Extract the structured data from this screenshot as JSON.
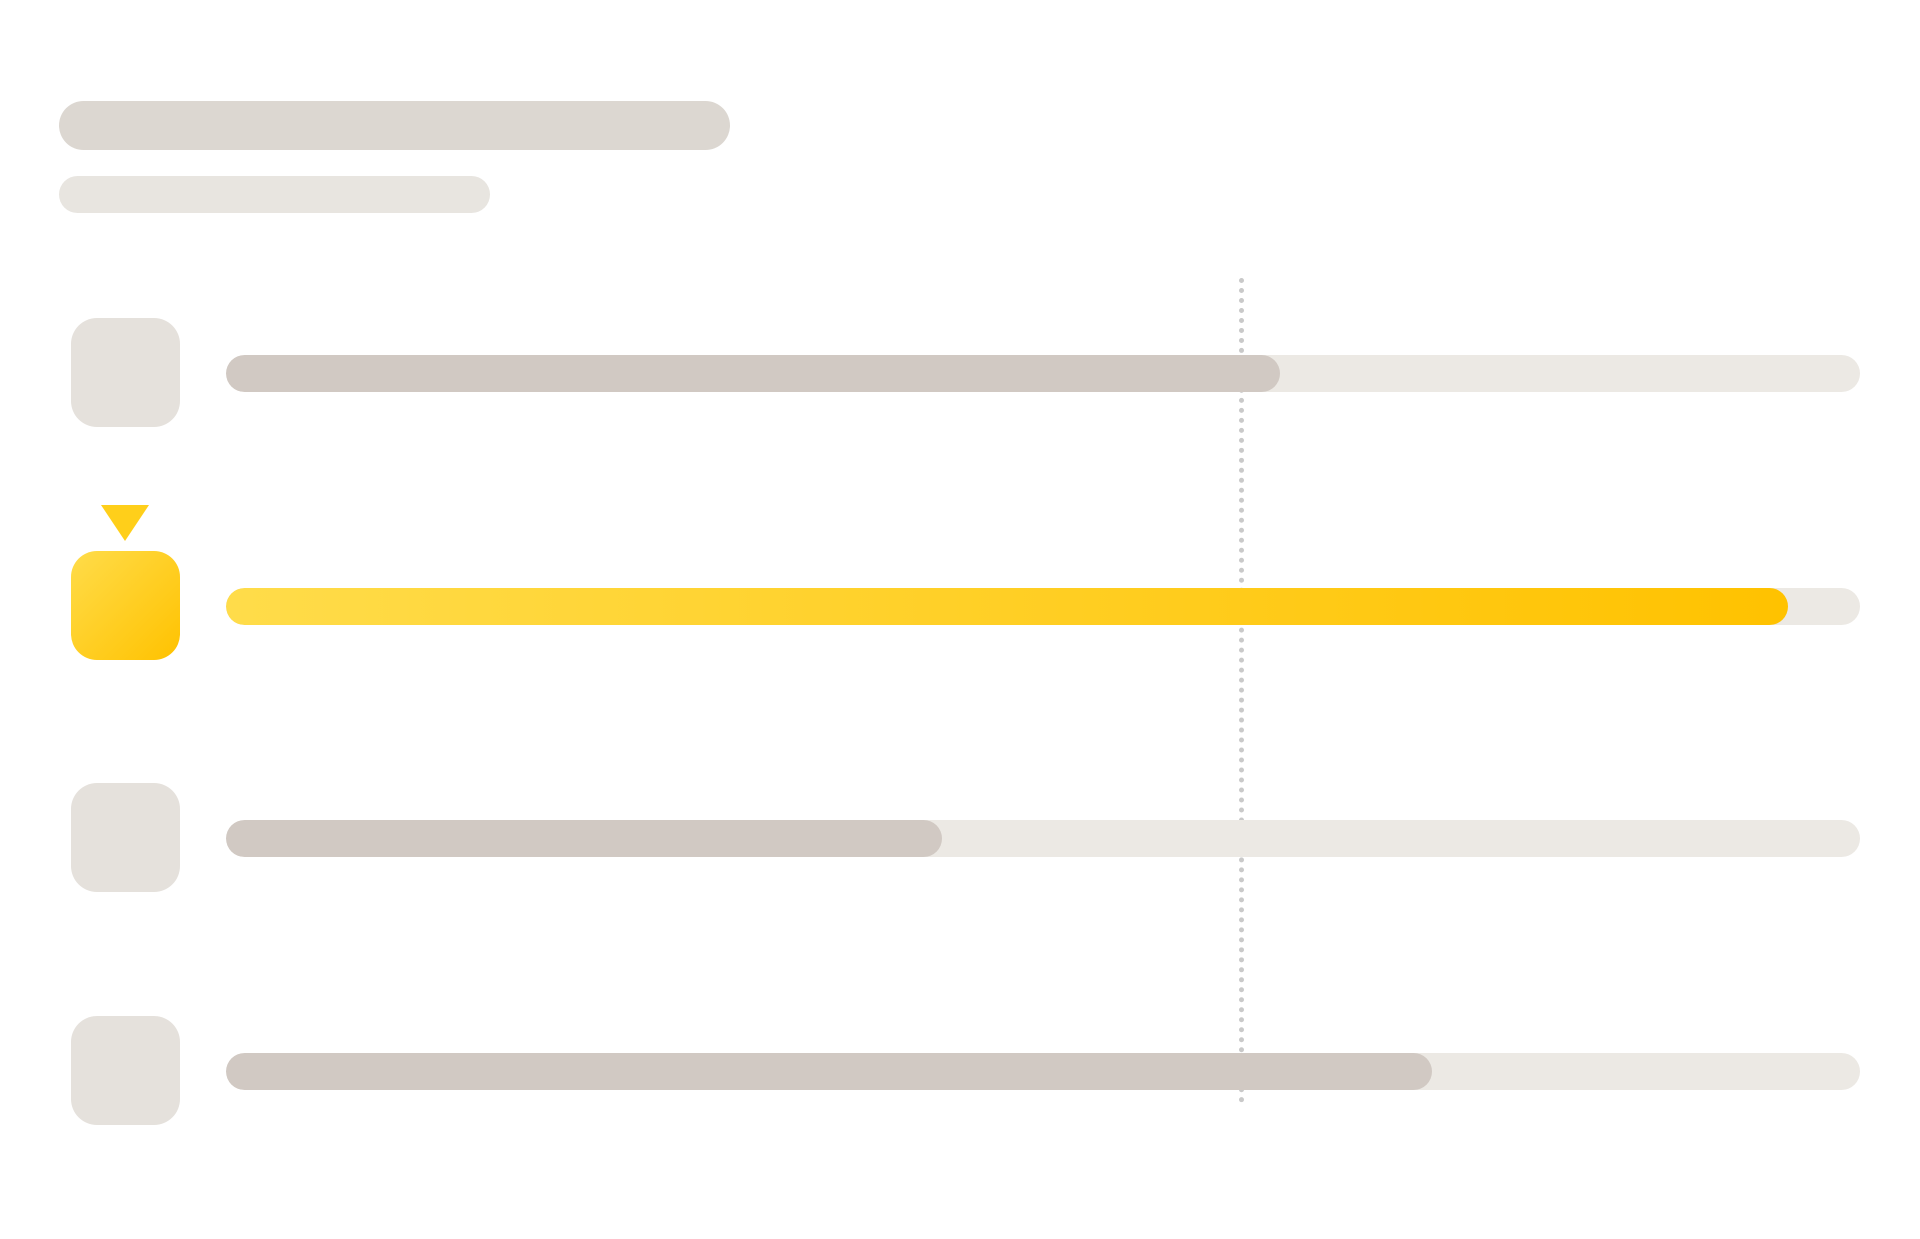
{
  "colors": {
    "title_placeholder": "#dcd7d1",
    "subtitle_placeholder": "#e8e5e0",
    "avatar_default": "#e5e1dc",
    "track": "#ece9e4",
    "fill_default": "#d1c9c3",
    "highlight_start": "#ffdc4a",
    "highlight_end": "#ffc200",
    "marker": "#ffcf1a",
    "average_line": "#c9c9c9"
  },
  "average_fraction": 0.62,
  "rows": [
    {
      "fraction": 0.645,
      "highlighted": false
    },
    {
      "fraction": 0.956,
      "highlighted": true
    },
    {
      "fraction": 0.438,
      "highlighted": false
    },
    {
      "fraction": 0.738,
      "highlighted": false
    }
  ]
}
